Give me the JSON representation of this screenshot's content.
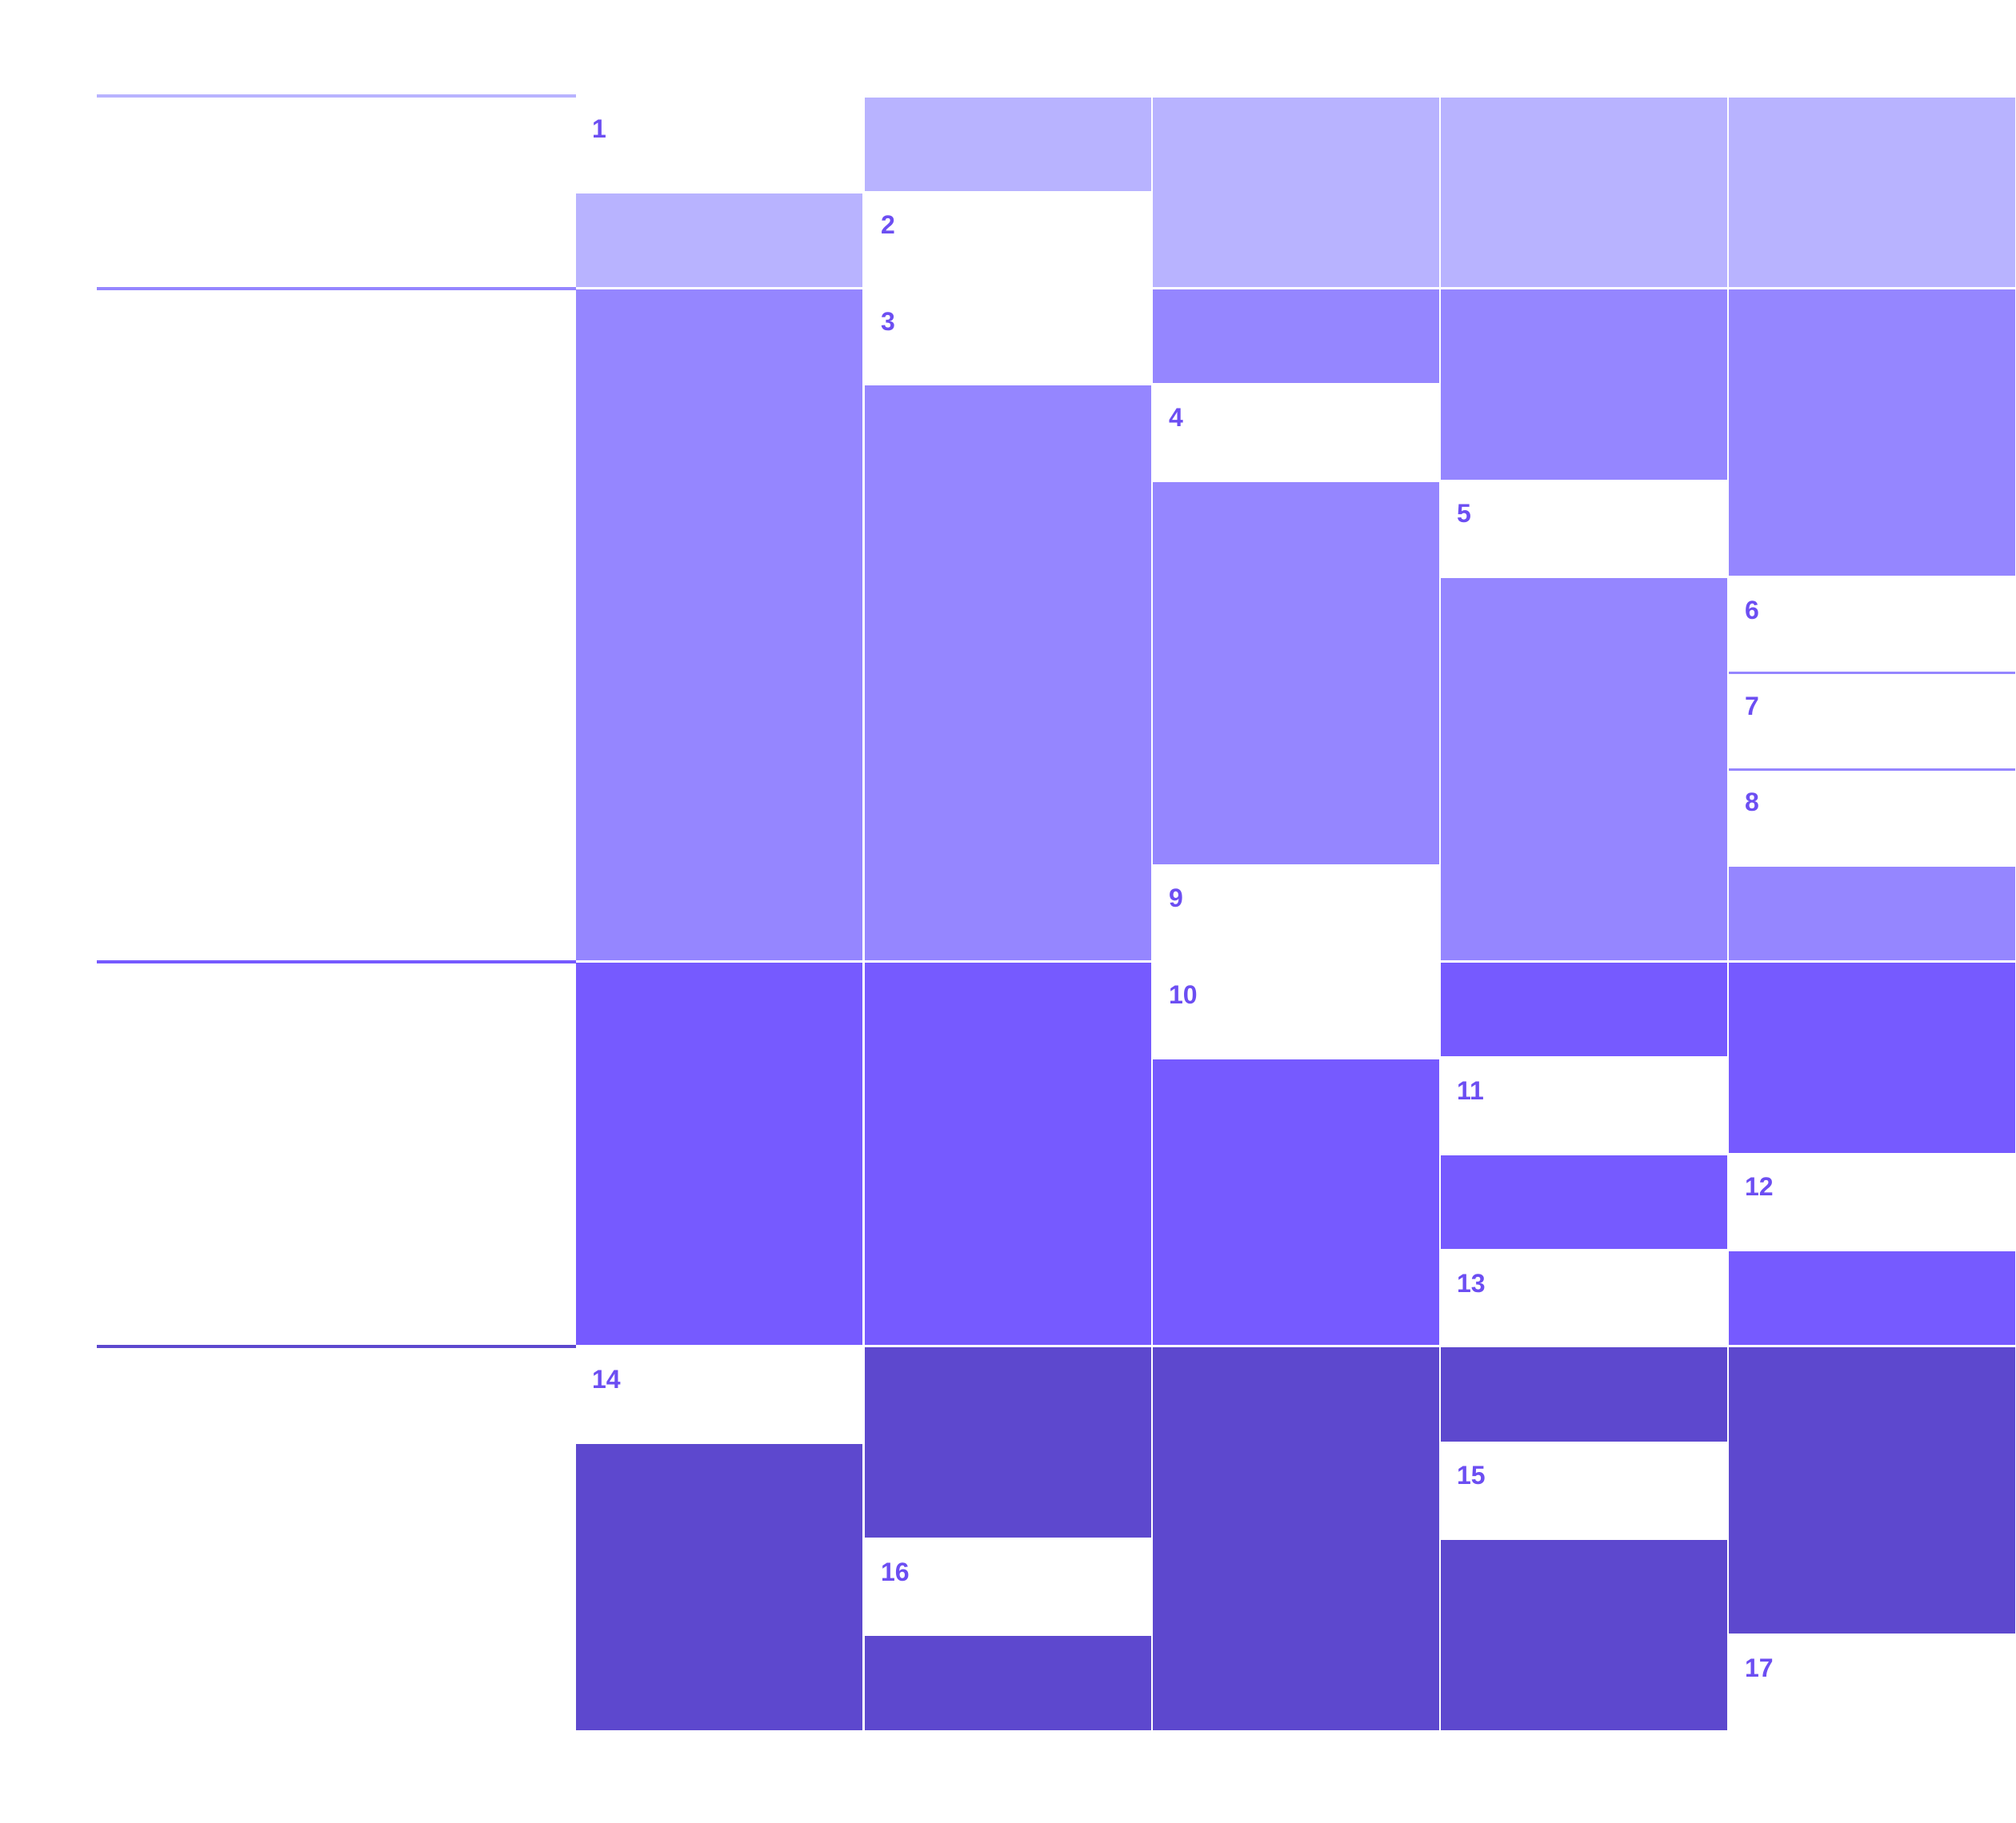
{
  "colors": {
    "band_0": "#B8B3FF",
    "band_1": "#9586FF",
    "band_2": "#765AFF",
    "band_3": "#5D48CE",
    "gap": "#FFFFFF",
    "label": "#6C4EF2"
  },
  "groups": [
    {
      "band": 0
    },
    {
      "band": 1
    },
    {
      "band": 2
    },
    {
      "band": 3
    }
  ],
  "grid": {
    "columns": 5,
    "rows_total": 17
  },
  "columns": [
    {
      "segments": [
        {
          "type": "label",
          "text": "1",
          "rows": 1
        },
        {
          "type": "fill",
          "band": 0,
          "rows": 1
        },
        {
          "type": "fill",
          "band": 1,
          "rows": 7
        },
        {
          "type": "fill",
          "band": 2,
          "rows": 4
        },
        {
          "type": "label",
          "text": "14",
          "rows": 1
        },
        {
          "type": "fill",
          "band": 3,
          "rows": 3
        }
      ]
    },
    {
      "segments": [
        {
          "type": "fill",
          "band": 0,
          "rows": 1
        },
        {
          "type": "label",
          "text": "2",
          "rows": 1
        },
        {
          "type": "label",
          "text": "3",
          "rows": 1
        },
        {
          "type": "fill",
          "band": 1,
          "rows": 6
        },
        {
          "type": "fill",
          "band": 2,
          "rows": 4
        },
        {
          "type": "fill",
          "band": 3,
          "rows": 2
        },
        {
          "type": "label",
          "text": "16",
          "rows": 1
        },
        {
          "type": "fill",
          "band": 3,
          "rows": 1
        }
      ]
    },
    {
      "segments": [
        {
          "type": "fill",
          "band": 0,
          "rows": 2
        },
        {
          "type": "fill",
          "band": 1,
          "rows": 1
        },
        {
          "type": "label",
          "text": "4",
          "rows": 1
        },
        {
          "type": "fill",
          "band": 1,
          "rows": 4
        },
        {
          "type": "label",
          "text": "9",
          "rows": 1
        },
        {
          "type": "label",
          "text": "10",
          "rows": 1
        },
        {
          "type": "fill",
          "band": 2,
          "rows": 3
        },
        {
          "type": "fill",
          "band": 3,
          "rows": 4
        }
      ]
    },
    {
      "segments": [
        {
          "type": "fill",
          "band": 0,
          "rows": 2
        },
        {
          "type": "fill",
          "band": 1,
          "rows": 2
        },
        {
          "type": "label",
          "text": "5",
          "rows": 1
        },
        {
          "type": "fill",
          "band": 1,
          "rows": 4
        },
        {
          "type": "fill",
          "band": 2,
          "rows": 1
        },
        {
          "type": "label",
          "text": "11",
          "rows": 1
        },
        {
          "type": "fill",
          "band": 2,
          "rows": 1
        },
        {
          "type": "label",
          "text": "13",
          "rows": 1
        },
        {
          "type": "fill",
          "band": 3,
          "rows": 1
        },
        {
          "type": "label",
          "text": "15",
          "rows": 1
        },
        {
          "type": "fill",
          "band": 3,
          "rows": 2
        }
      ]
    },
    {
      "segments": [
        {
          "type": "fill",
          "band": 0,
          "rows": 2
        },
        {
          "type": "fill",
          "band": 1,
          "rows": 3
        },
        {
          "type": "label",
          "text": "6",
          "rows": 1
        },
        {
          "type": "label",
          "text": "7",
          "rows": 1
        },
        {
          "type": "label",
          "text": "8",
          "rows": 1
        },
        {
          "type": "fill",
          "band": 1,
          "rows": 1
        },
        {
          "type": "fill",
          "band": 2,
          "rows": 2
        },
        {
          "type": "label",
          "text": "12",
          "rows": 1
        },
        {
          "type": "fill",
          "band": 2,
          "rows": 1
        },
        {
          "type": "fill",
          "band": 3,
          "rows": 3
        },
        {
          "type": "label",
          "text": "17",
          "rows": 1
        }
      ]
    }
  ]
}
